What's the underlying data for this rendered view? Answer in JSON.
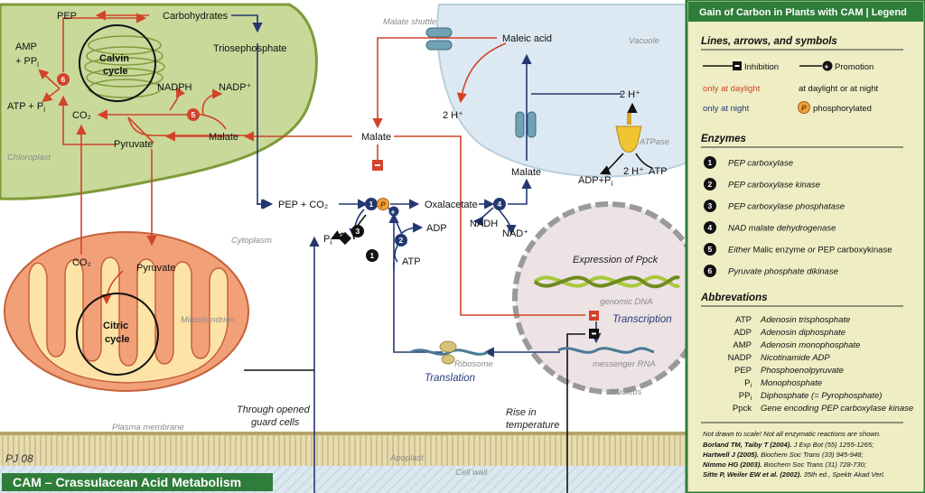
{
  "title": "CAM – Crassulacean Acid Metabolism",
  "signature": "PJ 08",
  "colors": {
    "red": "#d2432a",
    "blue": "#23386f",
    "green_dark": "#2f7d3a",
    "legend_bg": "#efedc4",
    "chloroplast": "#c9d99a",
    "mito": "#f2a078",
    "vacuole": "#dde9f2",
    "nucleus": "#ede2e4"
  },
  "regions": {
    "chloroplast": "Chloroplast",
    "cytoplasm": "Cytoplasm",
    "mitochondrion": "Mitochondrion",
    "vacuole": "Vacuole",
    "nucleus": "Nucleus",
    "plasma_membrane": "Plasma membrane",
    "apoplast": "Apoplast",
    "cell_wall": "Cell wall",
    "malate_shuttle": "Malate shuttle",
    "atpase": "ATPase",
    "genomic_dna": "genomic DNA",
    "messenger_rna": "messenger RNA",
    "ribosome": "Ribosome"
  },
  "metabolites": {
    "pep_chloro": "PEP",
    "carbohydrates": "Carbohydrates",
    "triosephosphate": "Triosephosphate",
    "amp": "AMP",
    "ppi_top": "+ PP",
    "ppi_sub": "i",
    "atp_pi": "ATP + P",
    "atp_pi_sub": "i",
    "nadph": "NADPH",
    "nadp": "NADP⁺",
    "co2_chloro": "CO₂",
    "pyruvate_chloro": "Pyruvate",
    "malate_chloro": "Malate",
    "calvin_1": "Calvin",
    "calvin_2": "cycle",
    "co2_mito": "CO₂",
    "pyruvate_mito": "Pyruvate",
    "citric_1": "Citric",
    "citric_2": "cycle",
    "malate_cyto": "Malate",
    "pep_co2": "PEP + CO₂",
    "oxalacetate": "Oxalacetate",
    "pi_cyto": "P",
    "pi_cyto_sub": "i",
    "adp_cyto": "ADP",
    "atp_cyto": "ATP",
    "nadh": "NADH",
    "nad": "NAD⁺",
    "malate_tonoplast": "Malate",
    "maleic_acid": "Maleic acid",
    "h_vac": "2 H⁺",
    "h_cyto_top": "2 H⁺",
    "h_atpase": "2 H⁺",
    "adp_pi": "ADP+P",
    "adp_pi_sub": "i",
    "atp_atpase": "ATP",
    "phospho_p": "P"
  },
  "processes": {
    "expression": "Expression of Ppck",
    "transcription": "Transcription",
    "translation": "Translation",
    "guard_cells_1": "Through opened",
    "guard_cells_2": "guard cells",
    "temp_1": "Rise in",
    "temp_2": "temperature"
  },
  "legend": {
    "header": "Gain of Carbon in Plants with CAM | Legend",
    "sections": {
      "lines": "Lines, arrows, and symbols",
      "enzymes": "Enzymes",
      "abbrev": "Abbrevations"
    },
    "symbols": {
      "inhibition": "Inhibition",
      "promotion": "Promotion",
      "daylight": "only at daylight",
      "any": "at daylight or at night",
      "night": "only at night",
      "phosphorylated": "phosphorylated",
      "p": "P"
    },
    "enzymes": [
      {
        "num": "1",
        "name": "PEP carboxylase"
      },
      {
        "num": "2",
        "name": "PEP carboxylase kinase"
      },
      {
        "num": "3",
        "name": "PEP carboxylase phosphatase"
      },
      {
        "num": "4",
        "name": "NAD malate dehydrogenase"
      },
      {
        "num": "5",
        "pre": "Either ",
        "name": "Malic enzyme",
        "mid": " or ",
        "name2": "PEP carboxykinase"
      },
      {
        "num": "6",
        "name": "Pyruvate phosphate dikinase"
      }
    ],
    "abbreviations": [
      {
        "abbr": "ATP",
        "full": "Adenosin trisphosphate"
      },
      {
        "abbr": "ADP",
        "full": "Adenosin diphosphate"
      },
      {
        "abbr": "AMP",
        "full": "Adenosin monophosphate"
      },
      {
        "abbr": "NADP",
        "full": "Nicotinamide ADP"
      },
      {
        "abbr": "PEP",
        "full": "Phosphoenolpyruvate"
      },
      {
        "abbr": "P",
        "sub": "i",
        "full": "Monophosphate"
      },
      {
        "abbr": "PP",
        "sub": "i",
        "full": "Diphosphate (= Pyrophosphate)"
      },
      {
        "abbr": "Ppck",
        "full": "Gene encoding PEP carboxylase kinase"
      }
    ],
    "note": "Not drawn to scale! Not all enzymatic reactions are shown.",
    "refs": [
      {
        "author": "Borland TM, Taiby T (2004).",
        "rest": " J Exp Bot (55) 1255-1265;"
      },
      {
        "author": "Hartwell J (2005).",
        "rest": " Biochem Soc Trans (33) 945-948;"
      },
      {
        "author": "Nimmo HG (2003).",
        "rest": " Biochem Soc Trans (31) 728-730;"
      },
      {
        "author": "Sitte P, Weiler EW et al. (2002).",
        "rest": " 35th ed., Spektr Akad Verl."
      }
    ]
  }
}
